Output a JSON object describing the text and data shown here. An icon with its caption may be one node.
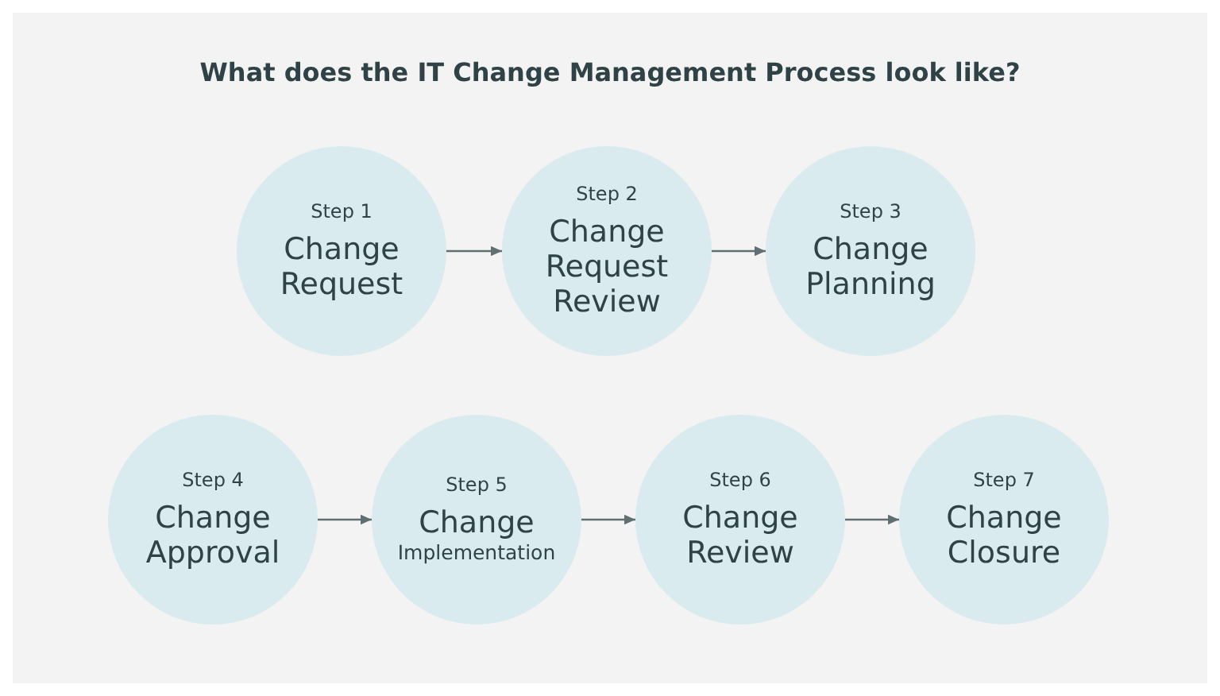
{
  "diagram": {
    "title": "What does the IT Change Management Process look like?",
    "nodes": [
      {
        "text": [
          "Step 1",
          "Change Request"
        ]
      },
      {
        "text": [
          "Step 2",
          "Change Request Review"
        ]
      },
      {
        "text": [
          "Step 3",
          "Change Planning"
        ]
      },
      {
        "text": [
          "Step 4",
          "Change Approval"
        ]
      },
      {
        "text": [
          "Step 5",
          "Change",
          "Implementation"
        ]
      },
      {
        "text": [
          "Step 6",
          "Change Review"
        ]
      },
      {
        "text": [
          "Step 7",
          "Change Closure"
        ]
      }
    ],
    "edges": [
      {
        "from": 0,
        "to": 1,
        "arrow": "to"
      },
      {
        "from": 1,
        "to": 2,
        "arrow": "to"
      },
      {
        "from": 3,
        "to": 4,
        "arrow": "to"
      },
      {
        "from": 4,
        "to": 5,
        "arrow": "to"
      },
      {
        "from": 5,
        "to": 6,
        "arrow": "to"
      }
    ]
  }
}
